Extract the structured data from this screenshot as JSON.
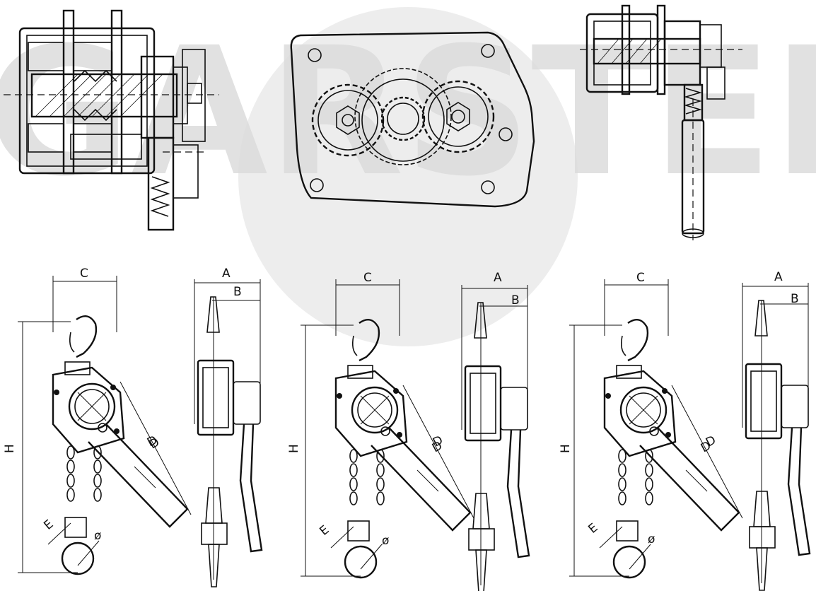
{
  "watermark": {
    "text": "GARSTER",
    "color": "#dcdcdc"
  },
  "top_views": [
    {
      "name": "gearbox-cross-section"
    },
    {
      "name": "planetary-gear-plate"
    },
    {
      "name": "side-section-with-lever"
    }
  ],
  "dimension_sets": [
    {
      "front": {
        "C": "C",
        "H": "H",
        "D": "D",
        "E": "E",
        "phi": "ø"
      },
      "side": {
        "A": "A",
        "B": "B"
      }
    },
    {
      "front": {
        "C": "C",
        "H": "H",
        "D": "D",
        "E": "E",
        "phi": "ø"
      },
      "side": {
        "A": "A",
        "B": "B"
      }
    },
    {
      "front": {
        "C": "C",
        "H": "H",
        "D": "D",
        "E": "E",
        "phi": "ø"
      },
      "side": {
        "A": "A",
        "B": "B"
      }
    }
  ]
}
